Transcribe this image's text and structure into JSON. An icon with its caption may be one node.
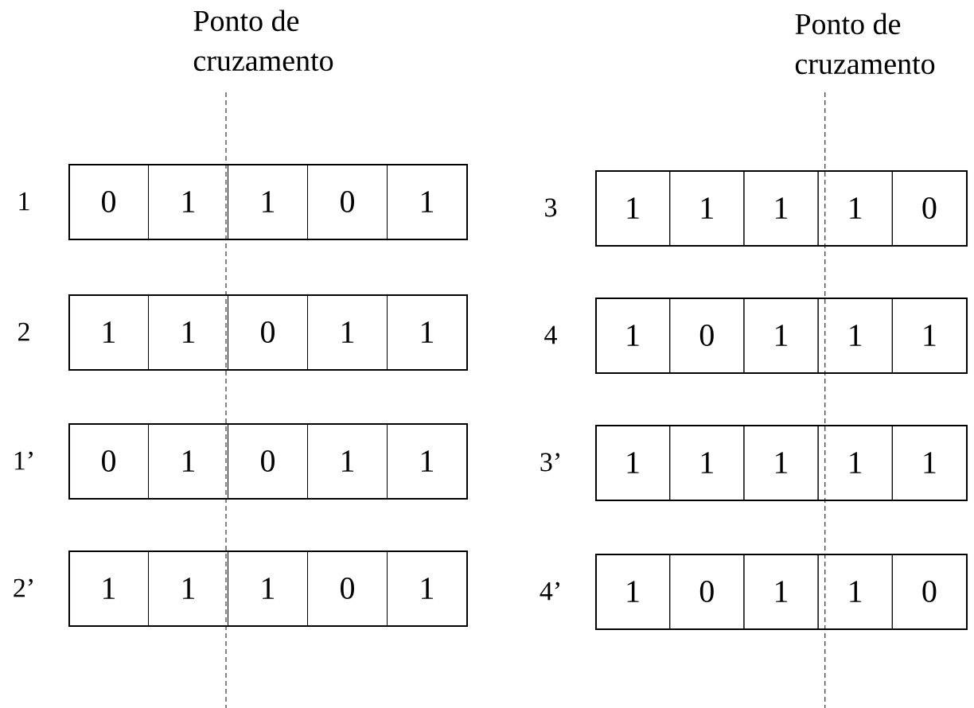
{
  "diagram": {
    "nodes": [
      {
        "text": [],
        "shape": "box",
        "beside": [
          "1"
        ]
      },
      {
        "text": [
          "0"
        ],
        "in": 0
      },
      {
        "text": [
          "1"
        ],
        "in": 0
      },
      {
        "text": [
          "1"
        ],
        "in": 0
      },
      {
        "text": [
          "0"
        ],
        "in": 0
      },
      {
        "text": [
          "1"
        ],
        "in": 0
      },
      {
        "text": [],
        "shape": "box",
        "beside": [
          "3"
        ]
      },
      {
        "text": [
          "1"
        ],
        "in": 6
      },
      {
        "text": [
          "1"
        ],
        "in": 6
      },
      {
        "text": [
          "1"
        ],
        "in": 6
      },
      {
        "text": [
          "1"
        ],
        "in": 6
      },
      {
        "text": [
          "0"
        ],
        "in": 6
      },
      {
        "text": [],
        "shape": "box",
        "beside": [
          "2"
        ]
      },
      {
        "text": [
          "1"
        ],
        "in": 12
      },
      {
        "text": [
          "1"
        ],
        "in": 12
      },
      {
        "text": [
          "0"
        ],
        "in": 12
      },
      {
        "text": [
          "1"
        ],
        "in": 12
      },
      {
        "text": [
          "1"
        ],
        "in": 12
      },
      {
        "text": [],
        "shape": "box",
        "beside": [
          "4"
        ]
      },
      {
        "text": [
          "1"
        ],
        "in": 18
      },
      {
        "text": [
          "0"
        ],
        "in": 18
      },
      {
        "text": [
          "1"
        ],
        "in": 18
      },
      {
        "text": [
          "1"
        ],
        "in": 18
      },
      {
        "text": [
          "1"
        ],
        "in": 18
      },
      {
        "text": [],
        "shape": "box",
        "beside": [
          "1’"
        ]
      },
      {
        "text": [
          "0"
        ],
        "in": 24
      },
      {
        "text": [
          "1"
        ],
        "in": 24
      },
      {
        "text": [
          "0"
        ],
        "in": 24
      },
      {
        "text": [
          "1"
        ],
        "in": 24
      },
      {
        "text": [
          "1"
        ],
        "in": 24
      },
      {
        "text": [],
        "shape": "box",
        "beside": [
          "3’"
        ]
      },
      {
        "text": [
          "1"
        ],
        "in": 30
      },
      {
        "text": [
          "1"
        ],
        "in": 30
      },
      {
        "text": [
          "1"
        ],
        "in": 30
      },
      {
        "text": [
          "1"
        ],
        "in": 30
      },
      {
        "text": [
          "1"
        ],
        "in": 30
      },
      {
        "text": [],
        "shape": "box",
        "beside": [
          "2’"
        ]
      },
      {
        "text": [
          "1"
        ],
        "in": 36
      },
      {
        "text": [
          "1"
        ],
        "in": 36
      },
      {
        "text": [
          "1"
        ],
        "in": 36
      },
      {
        "text": [
          "0"
        ],
        "in": 36
      },
      {
        "text": [
          "1"
        ],
        "in": 36
      },
      {
        "text": [],
        "shape": "box",
        "beside": [
          "4’"
        ]
      },
      {
        "text": [
          "1"
        ],
        "in": 42
      },
      {
        "text": [
          "0"
        ],
        "in": 42
      },
      {
        "text": [
          "1"
        ],
        "in": 42
      },
      {
        "text": [
          "1"
        ],
        "in": 42
      },
      {
        "text": [
          "0"
        ],
        "in": 42
      }
    ],
    "labels": [
      "Ponto de cruzamento",
      "Ponto de cruzamento"
    ]
  }
}
